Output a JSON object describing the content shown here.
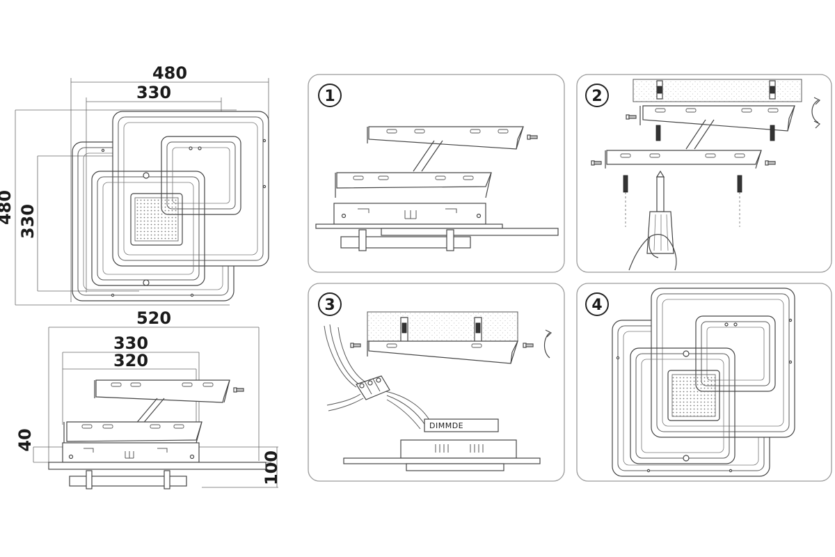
{
  "dimensions": {
    "top_width_outer": "480",
    "top_width_inner": "330",
    "left_height_outer": "480",
    "left_height_inner": "330",
    "side_width_outer": "520",
    "side_width_a": "330",
    "side_width_b": "320",
    "side_height_small": "40",
    "side_height_total": "100"
  },
  "steps": [
    {
      "number": "1"
    },
    {
      "number": "2"
    },
    {
      "number": "3",
      "box_label": "DIMMDE"
    },
    {
      "number": "4"
    }
  ],
  "colors": {
    "line": "#444444",
    "panel_border": "#9a9a9a",
    "background": "#ffffff"
  }
}
